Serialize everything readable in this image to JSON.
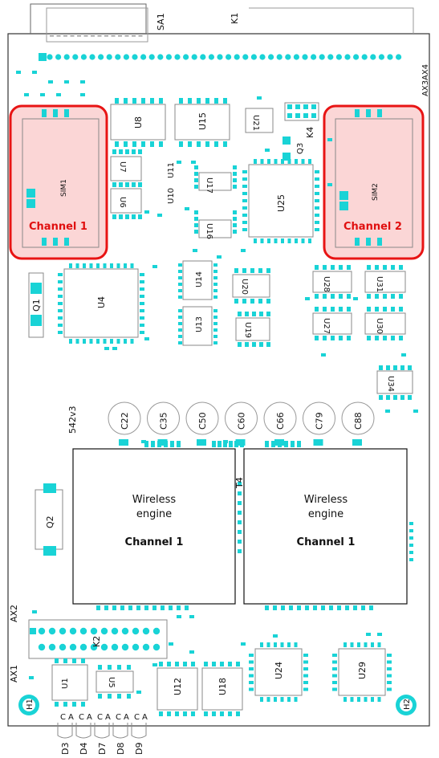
{
  "top": {
    "connector_left": "SA1",
    "connector_right": "K1",
    "ax3": "AX3",
    "ax4": "AX4"
  },
  "sim": {
    "left": {
      "label": "SIM1",
      "channel": "Channel 1"
    },
    "right": {
      "label": "SIM2",
      "channel": "Channel 2"
    }
  },
  "chips": {
    "u8": "U8",
    "u15": "U15",
    "u21": "U21",
    "k4": "K4",
    "q3": "Q3",
    "u7": "U7",
    "u6": "U6",
    "u11": "U11",
    "u10": "U10",
    "u17": "U17",
    "u16": "U16",
    "u25": "U25",
    "u4": "U4",
    "q1": "Q1",
    "u14": "U14",
    "u13": "U13",
    "u20": "U20",
    "u19": "U19",
    "u28": "U28",
    "u31": "U31",
    "u27": "U27",
    "u30": "U30",
    "u34": "U34",
    "q2": "Q2",
    "t4": "T4",
    "k2": "K2",
    "u1": "U1",
    "u5": "U5",
    "u12": "U12",
    "u18": "U18",
    "u24": "U24",
    "u29": "U29"
  },
  "capacitors": [
    "C22",
    "C35",
    "C50",
    "C60",
    "C66",
    "C79",
    "C88"
  ],
  "board_version": "542v3",
  "wireless": [
    {
      "line1": "Wireless",
      "line2": "engine",
      "channel": "Channel 1"
    },
    {
      "line1": "Wireless",
      "line2": "engine",
      "channel": "Channel 1"
    }
  ],
  "side_labels": {
    "ax2": "AX2",
    "ax1": "AX1",
    "h1": "H1",
    "h2": "H2"
  },
  "leds": {
    "pins": [
      "C",
      "A",
      "C",
      "A",
      "C",
      "A",
      "C",
      "A",
      "C",
      "A"
    ],
    "names": [
      "D3",
      "D4",
      "D7",
      "D8",
      "D9"
    ]
  },
  "colors": {
    "pad": "#19d3d6",
    "pad_dark": "#0aa7ac",
    "sim_fill": "#fbd6d6",
    "sim_border": "#e81414"
  }
}
